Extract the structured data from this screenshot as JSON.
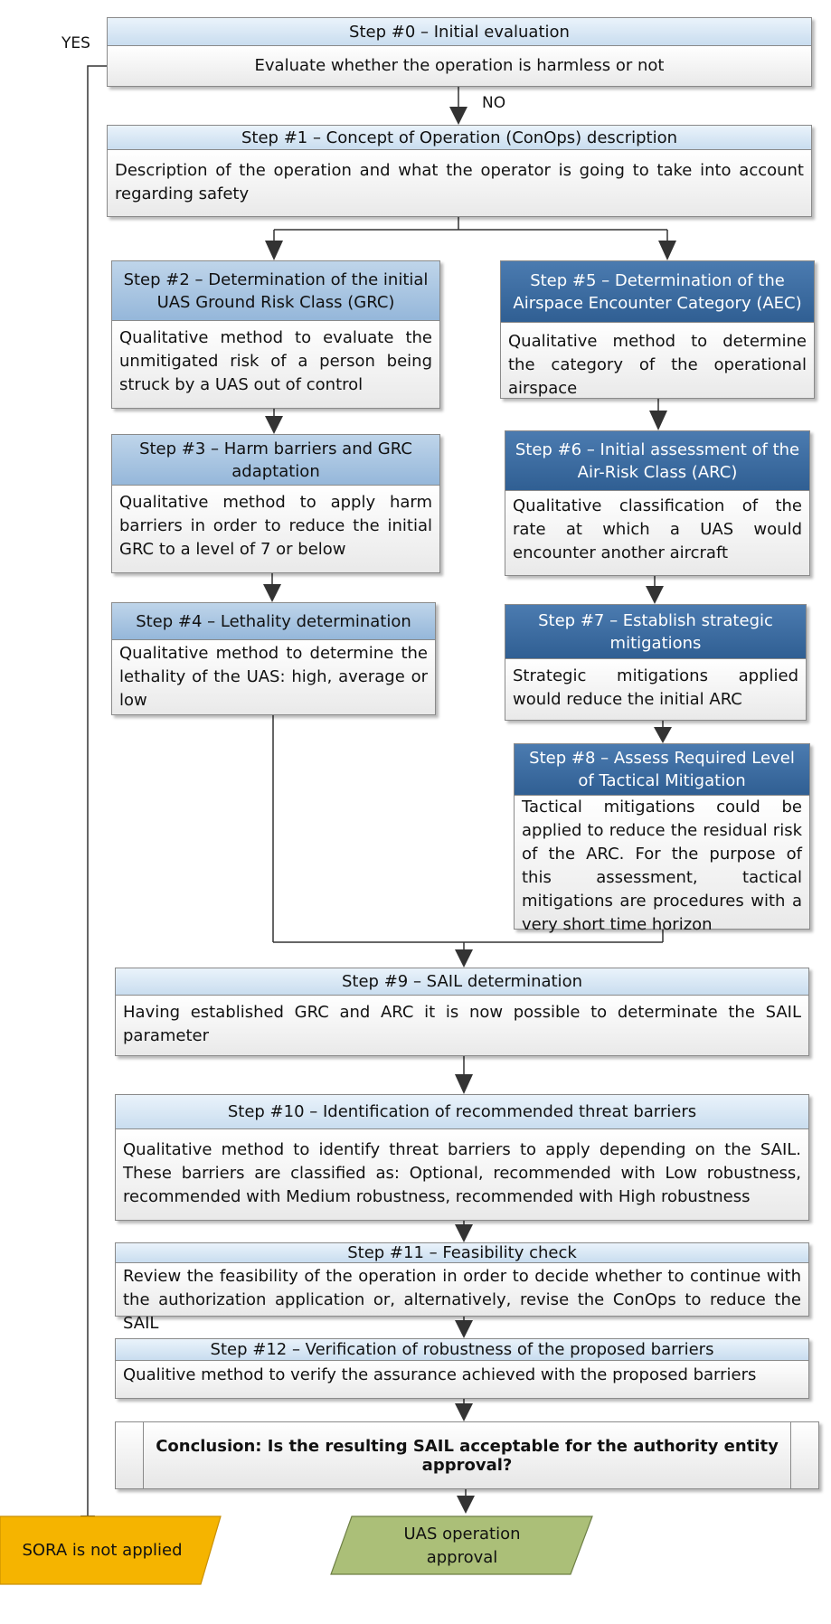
{
  "labels": {
    "yes": "YES",
    "no": "NO"
  },
  "steps": {
    "s0": {
      "title": "Step #0 – Initial evaluation",
      "body": "Evaluate whether the operation is harmless or not"
    },
    "s1": {
      "title": "Step #1 – Concept of Operation (ConOps) description",
      "body": "Description of the operation and what the operator is going to take into account regarding safety"
    },
    "s2": {
      "title": "Step #2 – Determination of the initial UAS Ground Risk Class (GRC)",
      "body": "Qualitative method to evaluate the unmitigated risk of a person being struck by a UAS out of control"
    },
    "s3": {
      "title": "Step #3 – Harm barriers and GRC adaptation",
      "body": "Qualitative method to apply harm barriers in order to reduce the initial GRC to a level of 7 or below"
    },
    "s4": {
      "title": "Step #4 – Lethality determination",
      "body": "Qualitative method to determine the lethality of the UAS: high, average or low"
    },
    "s5": {
      "title": "Step #5 – Determination of the Airspace Encounter Category (AEC)",
      "body": "Qualitative method to determine the category of the operational airspace"
    },
    "s6": {
      "title": "Step #6 – Initial assessment of the Air-Risk Class (ARC)",
      "body": "Qualitative classification of the rate at which a UAS would encounter another aircraft"
    },
    "s7": {
      "title": "Step #7 – Establish strategic mitigations",
      "body": "Strategic mitigations applied would reduce the initial ARC"
    },
    "s8": {
      "title": "Step #8 – Assess Required Level of Tactical Mitigation",
      "body": "Tactical mitigations could be applied to reduce the residual risk of the ARC. For the purpose of this assessment, tactical mitigations are procedures with a very short time horizon"
    },
    "s9": {
      "title": "Step #9 – SAIL determination",
      "body": "Having established GRC and ARC it is now possible to determinate the SAIL parameter"
    },
    "s10": {
      "title": "Step #10 – Identification of recommended threat barriers",
      "body": "Qualitative method to identify threat barriers to apply depending on the SAIL. These barriers are classified as: Optional, recommended with Low robustness, recommended with Medium robustness, recommended with High robustness"
    },
    "s11": {
      "title": "Step #11 – Feasibility check",
      "body": "Review the feasibility of the operation in order to decide whether to continue with the authorization application or, alternatively, revise the ConOps to reduce the SAIL"
    },
    "s12": {
      "title": "Step #12 – Verification of robustness of the proposed barriers",
      "body": "Qualitive method to verify the assurance achieved with the proposed barriers"
    }
  },
  "conclusion": "Conclusion: Is the resulting SAIL acceptable for the authority entity approval?",
  "outcomes": {
    "not_applied": "SORA is not applied",
    "approval": "UAS operation approval"
  },
  "colors": {
    "header_light": "#c9ddef",
    "header_mid": "#95b7da",
    "header_dark": "#305f93",
    "not_applied_fill": "#f5b400",
    "approval_fill": "#abbf78",
    "connector": "#444444"
  }
}
